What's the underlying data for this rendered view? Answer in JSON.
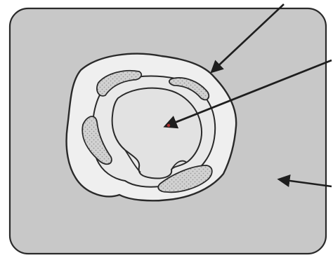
{
  "diagram": {
    "kind": "cell-cross-section-line-drawing",
    "labels": [],
    "colors": {
      "background": "#ffffff",
      "cytoplasm_fill": "#c8c8c8",
      "outline": "#2a2a2a",
      "light_fill": "#efefef",
      "center_fill": "#e6e6e6",
      "stipple_fill": "#cfcfcf",
      "arrow": "#1e1e1e"
    },
    "pointer_arrows": [
      {
        "name": "arrow-to-outer-ring",
        "target": "outer-ring"
      },
      {
        "name": "arrow-to-center",
        "target": "central-region"
      },
      {
        "name": "arrow-to-cytoplasm",
        "target": "cytoplasm"
      }
    ]
  }
}
